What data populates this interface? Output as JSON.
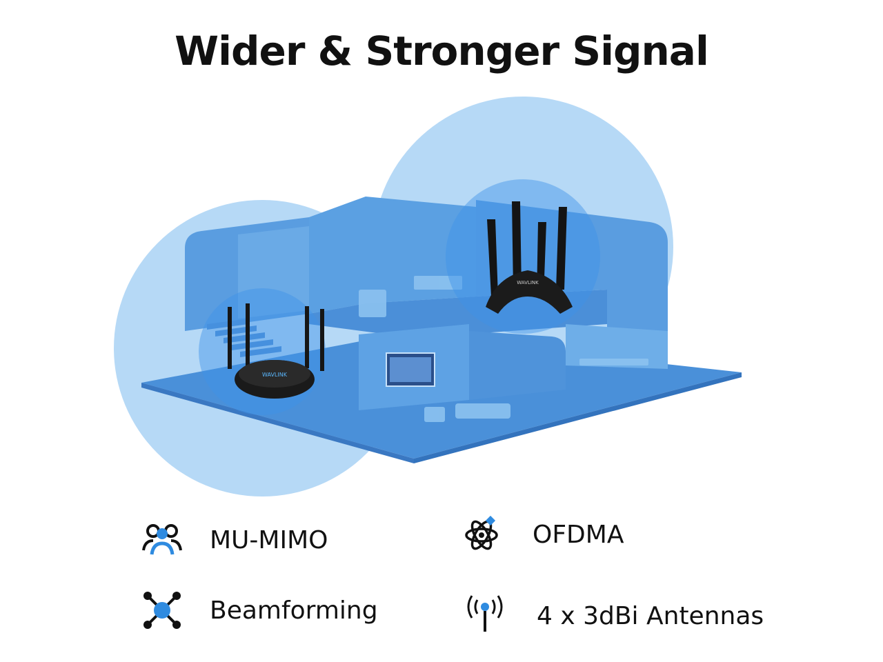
{
  "title": "Wider & Stronger Signal",
  "colors": {
    "coverage": "#a9d2f5",
    "coverage_strong": "#5aa8ee",
    "house": "#4a90d9",
    "house_dark": "#3a78c2",
    "icon_blue": "#2f8be0",
    "icon_dark": "#111111"
  },
  "scene": {
    "router_left_brand": "WAVLINK",
    "router_right_brand": "WAVLINK"
  },
  "features": [
    {
      "label": "MU-MIMO",
      "icon": "users-icon"
    },
    {
      "label": "OFDMA",
      "icon": "atom-icon"
    },
    {
      "label": "Beamforming",
      "icon": "network-node-icon"
    },
    {
      "label": "4 x 3dBi Antennas",
      "icon": "antenna-signal-icon"
    }
  ]
}
